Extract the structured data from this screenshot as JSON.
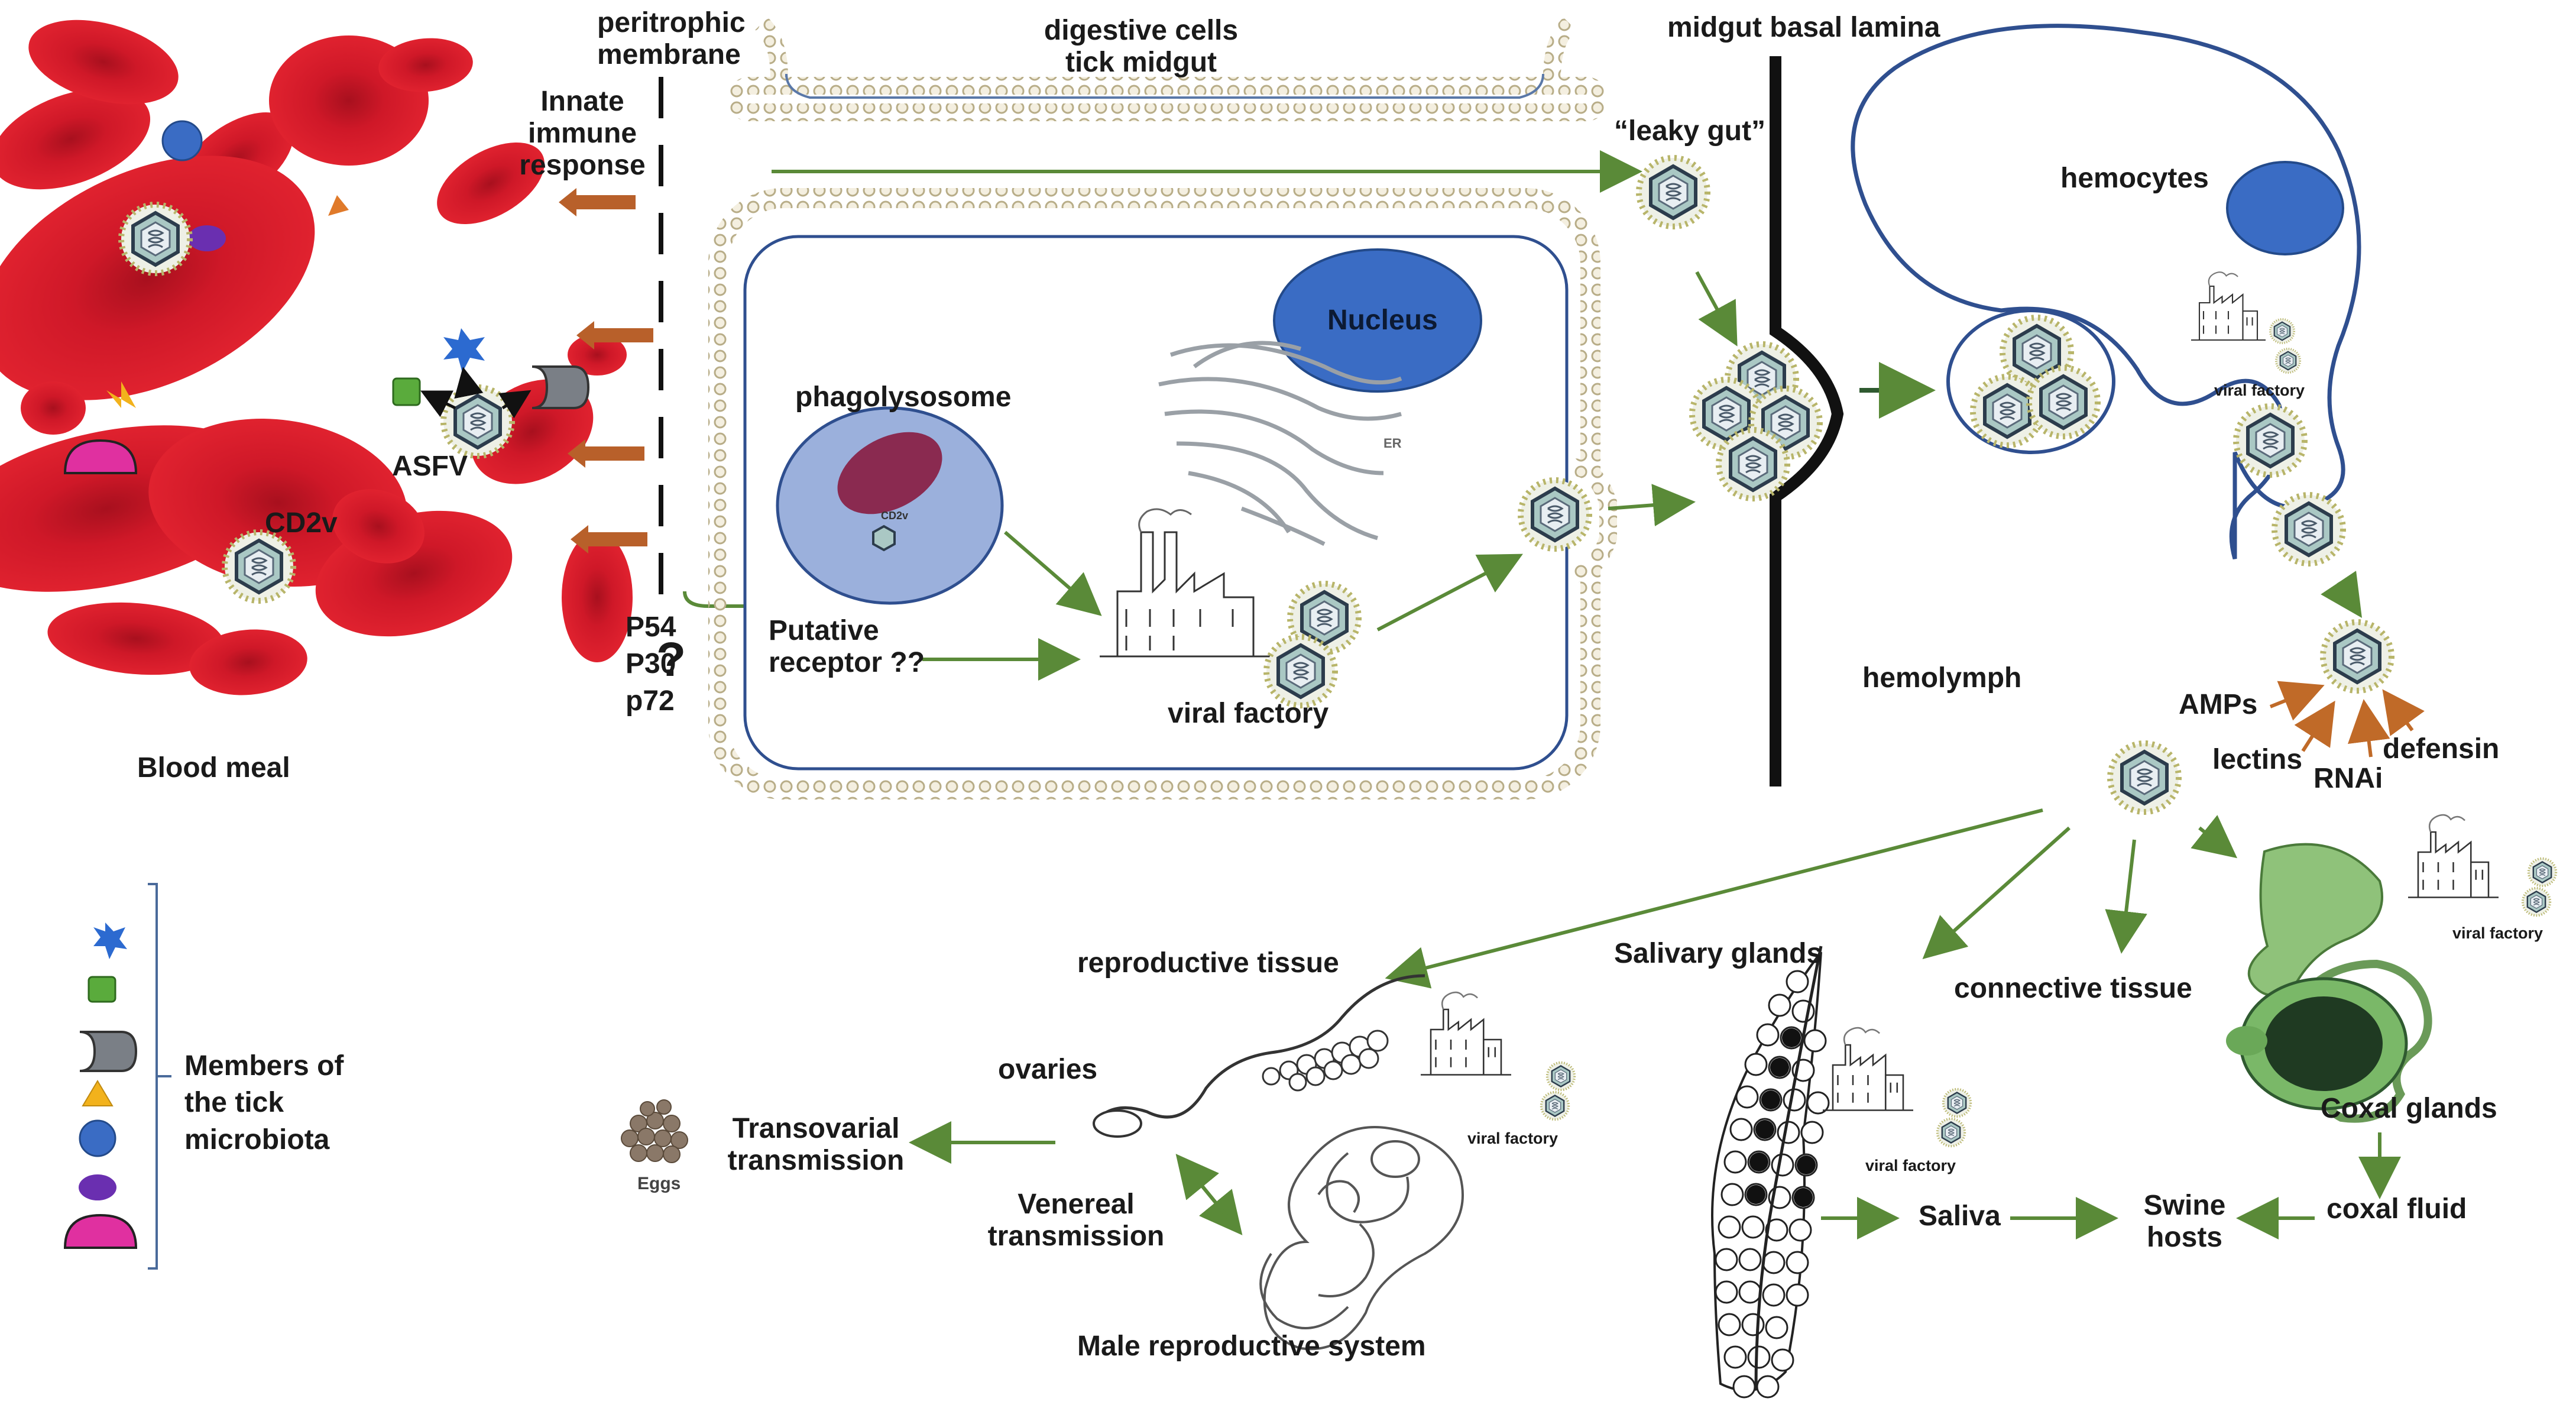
{
  "labels": {
    "peritrophic": "peritrophic\nmembrane",
    "innate": "Innate\nimmune\nresponse",
    "digestive": "digestive cells\ntick midgut",
    "basal_lamina": "midgut basal lamina",
    "leaky_gut": "“leaky gut”",
    "hemocytes": "hemocytes",
    "nucleus": "Nucleus",
    "er": "ER",
    "phagolysosome": "phagolysosome",
    "cd2v_small": "CD2v",
    "asfv": "ASFV",
    "cd2v": "CD2v",
    "proteins": "P54\nP30\np72",
    "question": "?",
    "putative": "Putative\nreceptor ??",
    "viral_factory": "viral factory",
    "viral_factory_small": "viral factory",
    "hemolymph": "hemolymph",
    "amps": "AMPs",
    "lectins": "lectins",
    "rnai": "RNAi",
    "defensin": "defensin",
    "blood_meal": "Blood meal",
    "members": "Members of\nthe tick\nmicrobiota",
    "reproductive": "reproductive tissue",
    "salivary": "Salivary glands",
    "connective": "connective tissue",
    "ovaries": "ovaries",
    "eggs": "Eggs",
    "transovarial": "Transovarial\ntransmission",
    "venereal": "Venereal\ntransmission",
    "male_repro": "Male reproductive system",
    "saliva": "Saliva",
    "swine": "Swine\nhosts",
    "coxal_fluid": "coxal fluid",
    "coxal_glands": "Coxal glands"
  },
  "colors": {
    "rbc": "#d41a2a",
    "rbc_dark": "#a8101e",
    "green_arrow": "#5a8a38",
    "orange_arrow": "#c06a28",
    "cell_outline": "#2f4f8f",
    "nucleus": "#3a6cc4",
    "membrane": "#d9cfae"
  },
  "icons": {
    "virus": "asfv-virion-icon",
    "factory": "viral-factory-icon",
    "microbe_legend": [
      "blue-star-microbe",
      "green-square-microbe",
      "gray-cylinder-microbe",
      "yellow-triangle-microbe",
      "blue-circle-microbe",
      "purple-oval-microbe",
      "pink-dome-microbe"
    ]
  }
}
